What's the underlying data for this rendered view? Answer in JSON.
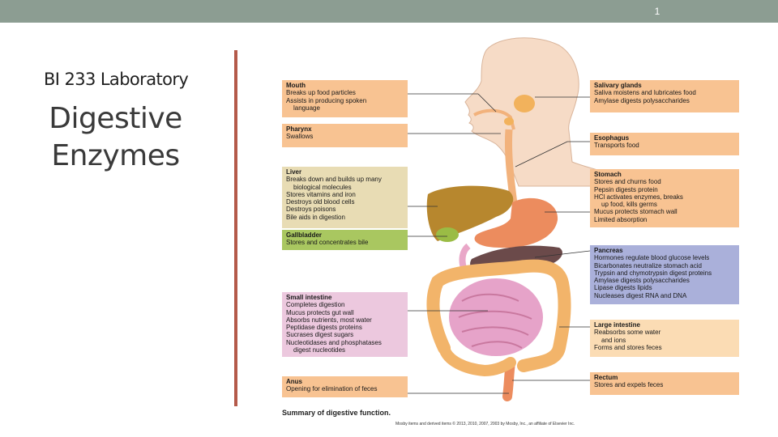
{
  "slide": {
    "number": "1"
  },
  "left": {
    "subtitle": "BI 233 Laboratory",
    "title_line1": "Digestive",
    "title_line2": "Enzymes"
  },
  "figure": {
    "caption": "Summary of digestive function.",
    "copyright": "Mosby items and derived items © 2013, 2010, 2007, 2003 by Mosby, Inc., an affiliate of Elsevier Inc.",
    "boxes": {
      "mouth": {
        "heading": "Mouth",
        "lines": [
          "Breaks up food particles",
          "Assists in producing spoken",
          "language"
        ]
      },
      "pharynx": {
        "heading": "Pharynx",
        "lines": [
          "Swallows"
        ]
      },
      "liver": {
        "heading": "Liver",
        "lines": [
          "Breaks down and builds up many",
          "biological molecules",
          "Stores vitamins and iron",
          "Destroys old blood cells",
          "Destroys poisons",
          "Bile aids in digestion"
        ]
      },
      "gallbladder": {
        "heading": "Gallbladder",
        "lines": [
          "Stores and concentrates bile"
        ]
      },
      "small_intestine": {
        "heading": "Small intestine",
        "lines": [
          "Completes digestion",
          "Mucus protects gut wall",
          "Absorbs nutrients, most water",
          "Peptidase digests proteins",
          "Sucrases digest sugars",
          "Nucleotidases and phosphatases",
          "digest nucleotides"
        ]
      },
      "anus": {
        "heading": "Anus",
        "lines": [
          "Opening for elimination of feces"
        ]
      },
      "salivary": {
        "heading": "Salivary glands",
        "lines": [
          "Saliva moistens and lubricates food",
          "Amylase digests polysaccharides"
        ]
      },
      "esophagus": {
        "heading": "Esophagus",
        "lines": [
          "Transports food"
        ]
      },
      "stomach": {
        "heading": "Stomach",
        "lines": [
          "Stores and churns food",
          "Pepsin digests protein",
          "HCl activates enzymes, breaks",
          "up food, kills germs",
          "Mucus protects stomach wall",
          "Limited absorption"
        ]
      },
      "pancreas": {
        "heading": "Pancreas",
        "lines": [
          "Hormones regulate blood glucose levels",
          "Bicarbonates neutralize stomach acid",
          "Trypsin and chymotrypsin digest proteins",
          "Amylase digests polysaccharides",
          "Lipase digests lipids",
          "Nucleases digest RNA and DNA"
        ]
      },
      "large_intestine": {
        "heading": "Large intestine",
        "lines": [
          "Reabsorbs some water",
          "and ions",
          "Forms and stores feces"
        ]
      },
      "rectum": {
        "heading": "Rectum",
        "lines": [
          "Stores and expels feces"
        ]
      }
    }
  }
}
